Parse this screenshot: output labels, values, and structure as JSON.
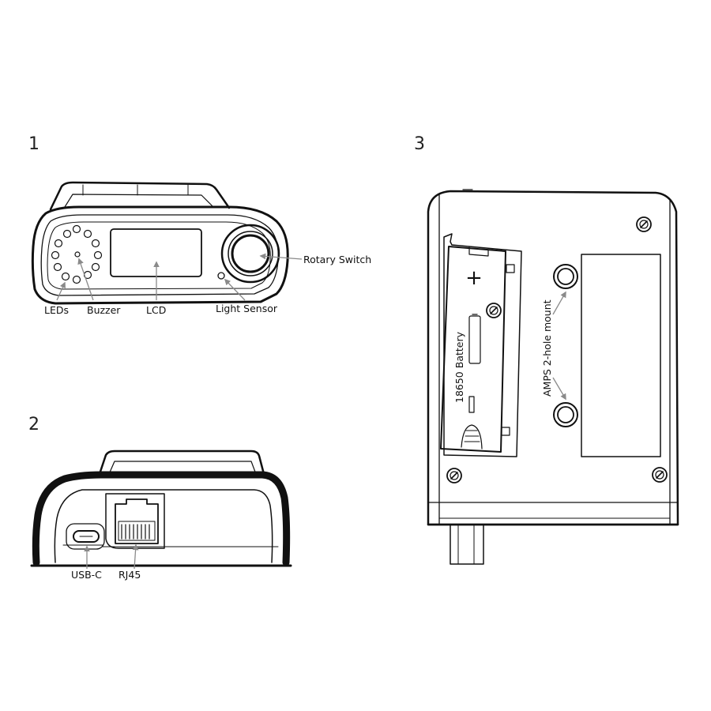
{
  "views": [
    {
      "number": "1"
    },
    {
      "number": "2"
    },
    {
      "number": "3"
    }
  ],
  "view1_labels": {
    "leds": "LEDs",
    "buzzer": "Buzzer",
    "lcd": "LCD",
    "light_sensor": "Light Sensor",
    "rotary_switch": "Rotary Switch"
  },
  "view2_labels": {
    "usb_c": "USB-C",
    "rj45": "RJ45"
  },
  "view3_labels": {
    "battery": "18650 Battery",
    "mount": "AMPS 2-hole mount",
    "battery_plus": "+",
    "battery_minus": "−"
  },
  "colors": {
    "line": "#111111",
    "arrow": "#8a8a8a",
    "background": "#ffffff"
  }
}
